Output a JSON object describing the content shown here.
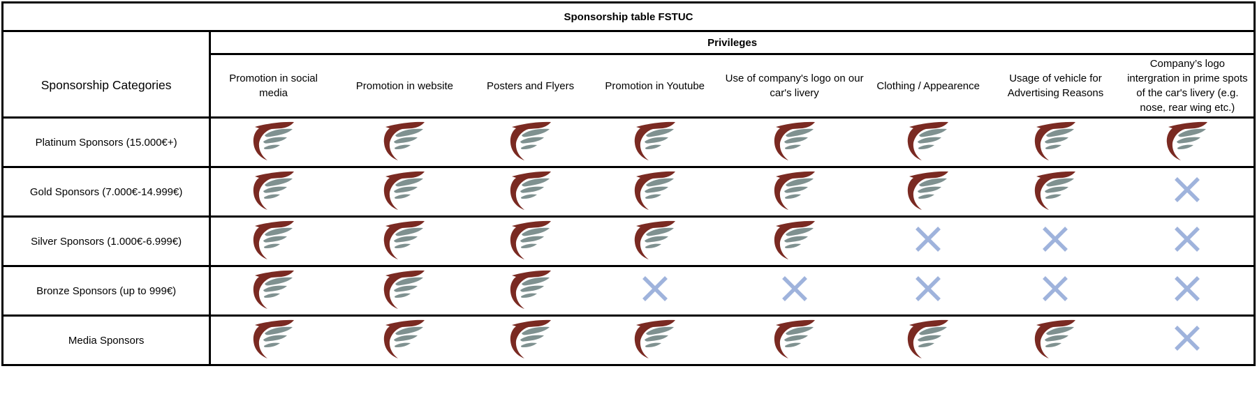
{
  "title": "Sponsorship table FSTUC",
  "privileges_header": "Privileges",
  "categories_header": "Sponsorship Categories",
  "privileges": [
    "Promotion in social media",
    "Promotion in website",
    "Posters and Flyers",
    "Promotion in Youtube",
    "Use of company's logo on our car's livery",
    "Clothing / Appearence",
    "Usage of vehicle for Advertising Reasons",
    "Company’s logo intergration in prime spots of the car's livery (e.g. nose, rear wing etc.)"
  ],
  "rows": [
    {
      "label": "Platinum Sponsors  (15.000€+)",
      "included": [
        true,
        true,
        true,
        true,
        true,
        true,
        true,
        true
      ]
    },
    {
      "label": "Gold Sponsors (7.000€-14.999€)",
      "included": [
        true,
        true,
        true,
        true,
        true,
        true,
        true,
        false
      ]
    },
    {
      "label": "Silver Sponsors  (1.000€-6.999€)",
      "included": [
        true,
        true,
        true,
        true,
        true,
        false,
        false,
        false
      ]
    },
    {
      "label": "Bronze Sponsors (up to 999€)",
      "included": [
        true,
        true,
        true,
        false,
        false,
        false,
        false,
        false
      ]
    },
    {
      "label": "Media Sponsors",
      "included": [
        true,
        true,
        true,
        true,
        true,
        true,
        true,
        false
      ]
    }
  ],
  "icons": {
    "included": "team-wing-logo-icon",
    "excluded": "cross-icon"
  },
  "colors": {
    "logo_primary": "#7a2a22",
    "logo_secondary": "#7f9190",
    "cross": "#9fb3dc",
    "border": "#000000"
  }
}
